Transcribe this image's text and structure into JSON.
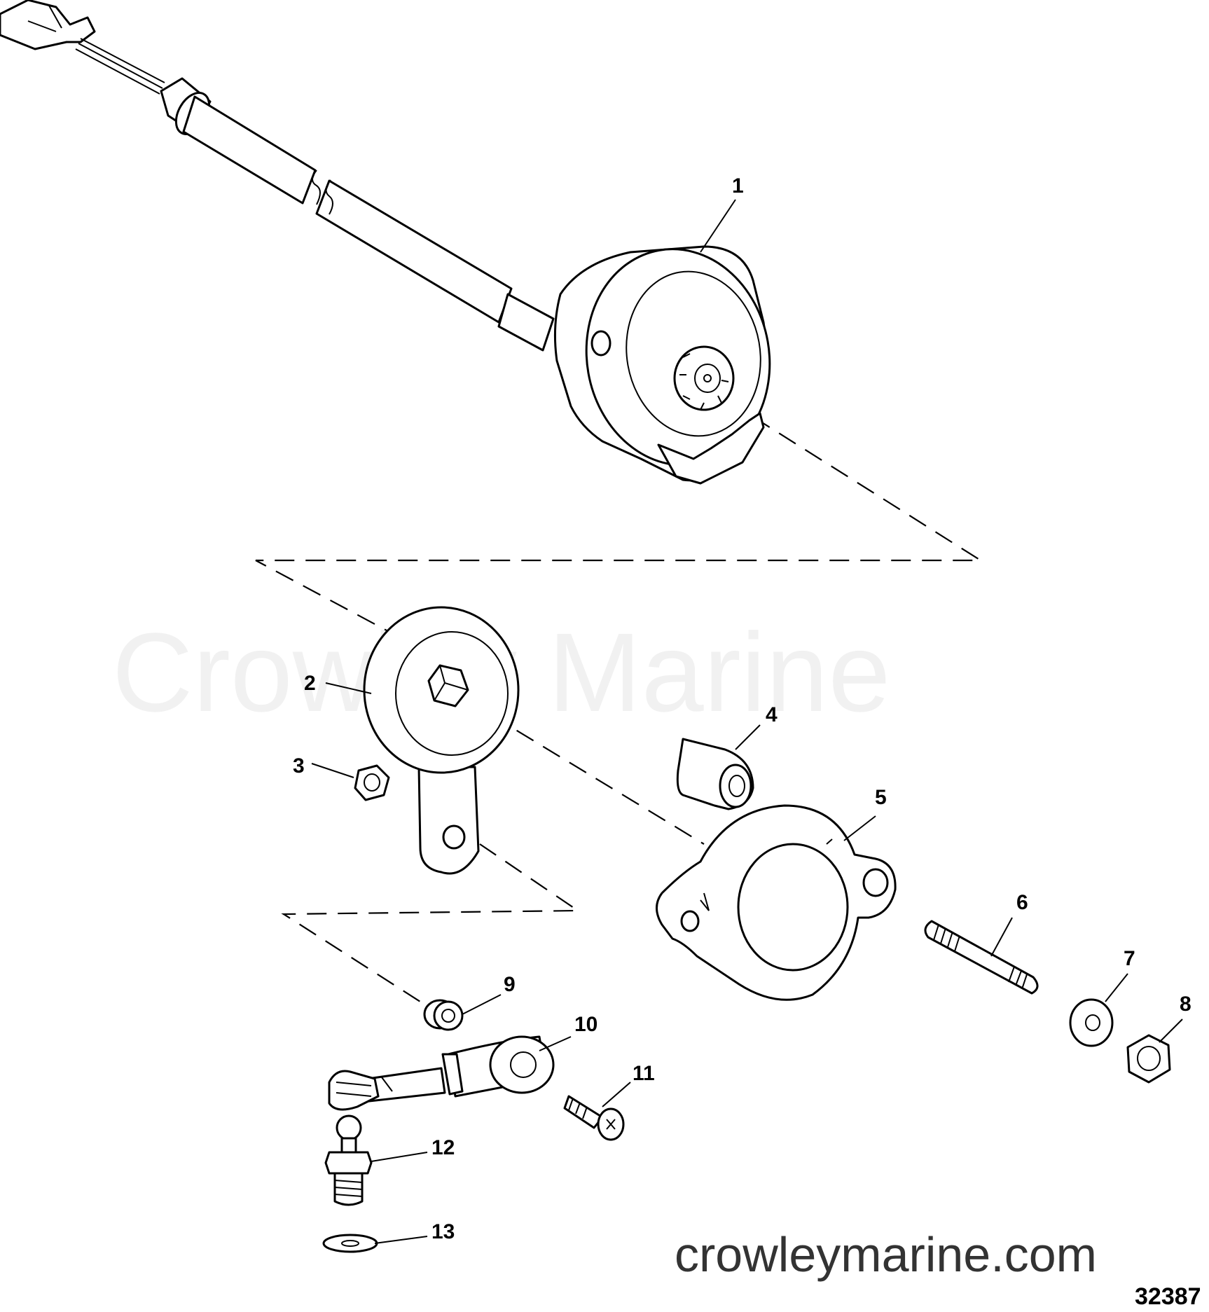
{
  "watermark": "Crowley Marine",
  "website": "crowleymarine.com",
  "figure_number": "32387",
  "callouts": [
    "1",
    "2",
    "3",
    "4",
    "5",
    "6",
    "7",
    "8",
    "9",
    "10",
    "11",
    "12",
    "13"
  ]
}
